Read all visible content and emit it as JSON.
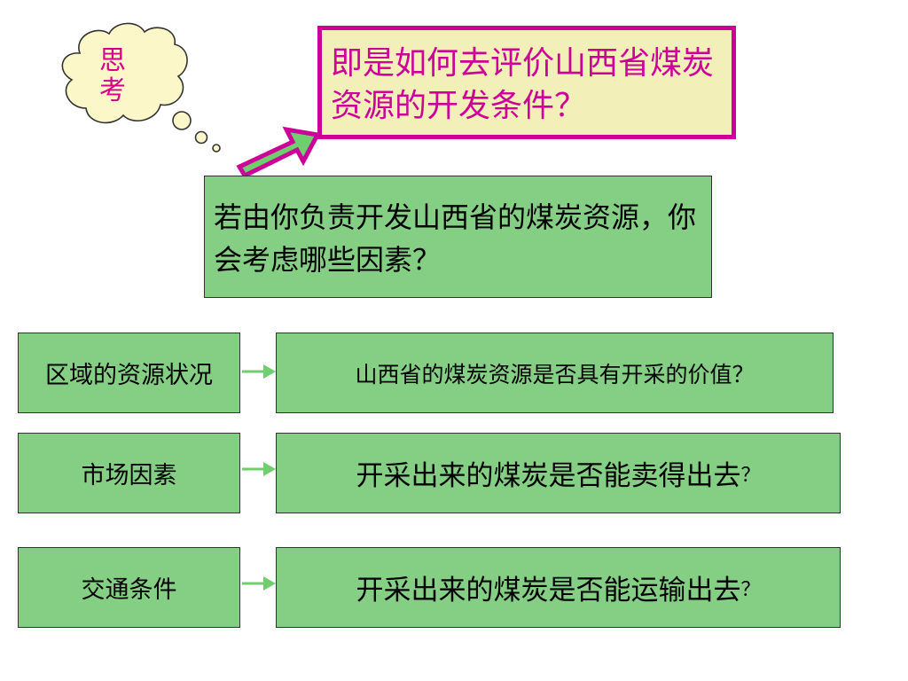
{
  "thought_cloud": {
    "text": "思考"
  },
  "main_question": "即是如何去评价山西省煤炭资源的开发条件？",
  "center_prompt": "若由你负责开发山西省的煤炭资源，你会考虑哪些因素？",
  "rows": [
    {
      "factor": "区域的资源状况",
      "question": "山西省的煤炭资源是否具有开采的价值",
      "mark": "？"
    },
    {
      "factor": "市场因素",
      "question": "开采出来的煤炭是否能卖得出去",
      "mark": "？"
    },
    {
      "factor": "交通条件",
      "question": "开采出来的煤炭是否能运输出去",
      "mark": "？"
    }
  ],
  "colors": {
    "box_green": "#85cf85",
    "accent_magenta": "#cc0099",
    "question_bg": "#f2f0b8",
    "cloud_bg": "#fbf7c8",
    "arrow_green": "#6fcf6f"
  },
  "icons": [
    "thought-cloud-icon",
    "pointer-arrow-icon",
    "right-arrow-icon"
  ]
}
